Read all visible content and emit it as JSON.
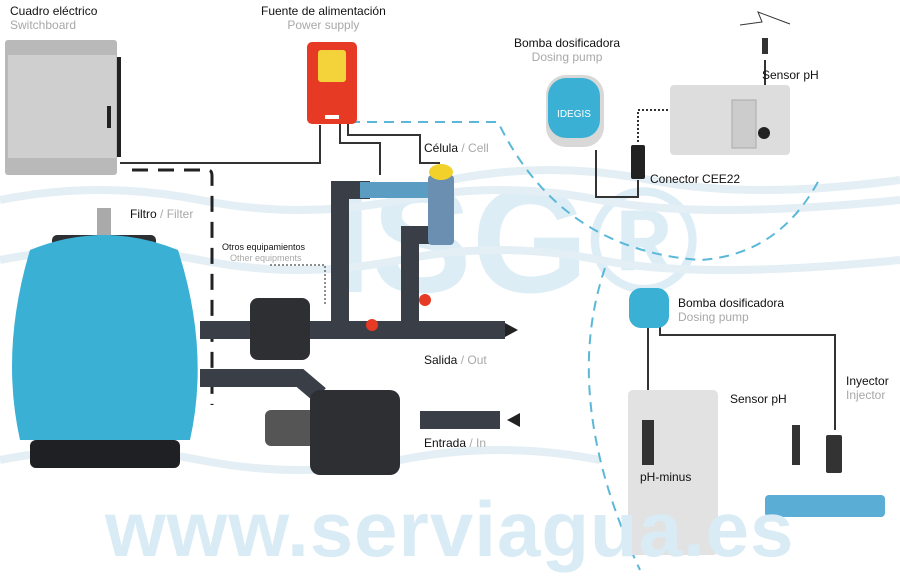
{
  "watermark": {
    "site": "www.serviagua.es",
    "logo": "ISG®"
  },
  "labels": {
    "switchboard": {
      "es": "Cuadro eléctrico",
      "en": "Switchboard"
    },
    "power_supply": {
      "es": "Fuente de alimentación",
      "en": "Power supply"
    },
    "dosing_pump_top": {
      "es": "Bomba dosificadora",
      "en": "Dosing pump"
    },
    "sensor_ph_top": "Sensor pH",
    "connector": "Conector CEE22",
    "cell": {
      "es": "Célula",
      "sep": " / ",
      "en": "Cell"
    },
    "filter": {
      "es": "Filtro",
      "sep": " / ",
      "en": "Filter"
    },
    "other_equipment": {
      "es": "Otros equipamientos",
      "en": "Other equipments"
    },
    "outlet": {
      "es": "Salida",
      "sep": " / ",
      "en": "Out"
    },
    "inlet": {
      "es": "Entrada",
      "sep": " / ",
      "en": "In"
    },
    "dosing_pump_bottom": {
      "es": "Bomba dosificadora",
      "en": "Dosing pump"
    },
    "sensor_ph_bottom": "Sensor pH",
    "injector": {
      "es": "Inyector",
      "en": "Injector"
    },
    "ph_minus": "pH-minus",
    "pump_brand": "IDEGIS"
  },
  "colors": {
    "water": "#3ab0d4",
    "power_red": "#e63a24",
    "pipe": "#3a3f47",
    "dash": "#5bb8d8"
  }
}
